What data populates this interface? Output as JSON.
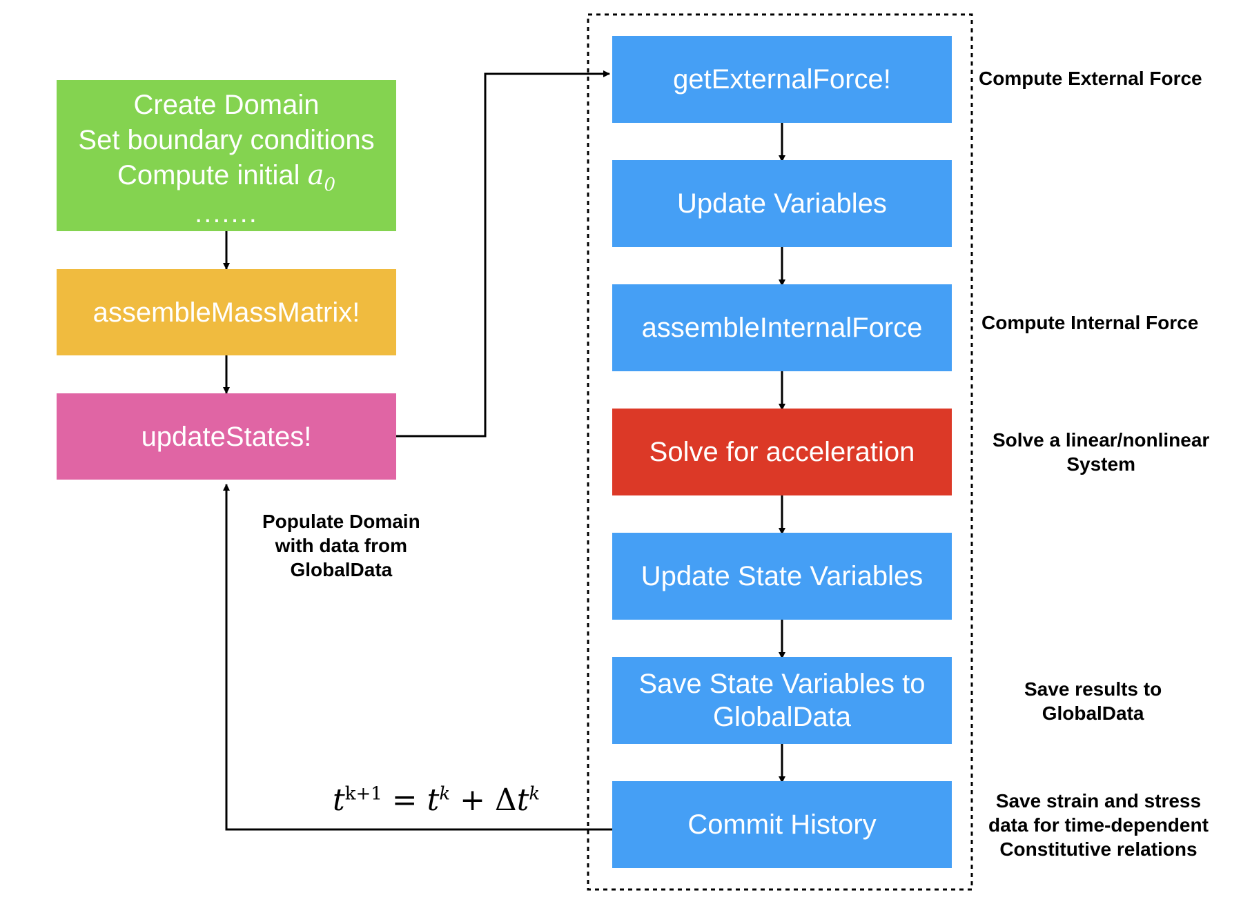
{
  "colors": {
    "init": "#84d350",
    "mass": "#f0bb3f",
    "states": "#e065a4",
    "step": "#459ff5",
    "solve": "#dc3927",
    "line": "#000000"
  },
  "init_box": {
    "line1": "Create Domain",
    "line2": "Set boundary conditions",
    "line3_text": "Compute initial",
    "line3_var": "a",
    "line3_sub": "0",
    "line4": "......."
  },
  "mass_box": {
    "label": "assembleMassMatrix!"
  },
  "states_box": {
    "label": "updateStates!"
  },
  "loop_steps": {
    "external_force": "getExternalForce!",
    "update_variables": "Update Variables",
    "internal_force": "assembleInternalForce",
    "solve": "Solve for acceleration",
    "update_state_vars": "Update State Variables",
    "save_state_line1": "Save State Variables to",
    "save_state_line2": "GlobalData",
    "commit": "Commit History"
  },
  "notes": {
    "external": "Compute External Force",
    "internal": "Compute Internal Force",
    "solve_line1": "Solve a linear/nonlinear",
    "solve_line2": "System",
    "save_line1": "Save results to",
    "save_line2": "GlobalData",
    "commit_line1": "Save strain and stress",
    "commit_line2": "data for time-dependent",
    "commit_line3": "Constitutive relations",
    "populate_line1": "Populate Domain",
    "populate_line2": "with data from",
    "populate_line3": "GlobalData"
  },
  "time_update": {
    "t": "t",
    "k_plus_1": "k+1",
    "equals": " = ",
    "k": "k",
    "plus": " + Δ"
  }
}
